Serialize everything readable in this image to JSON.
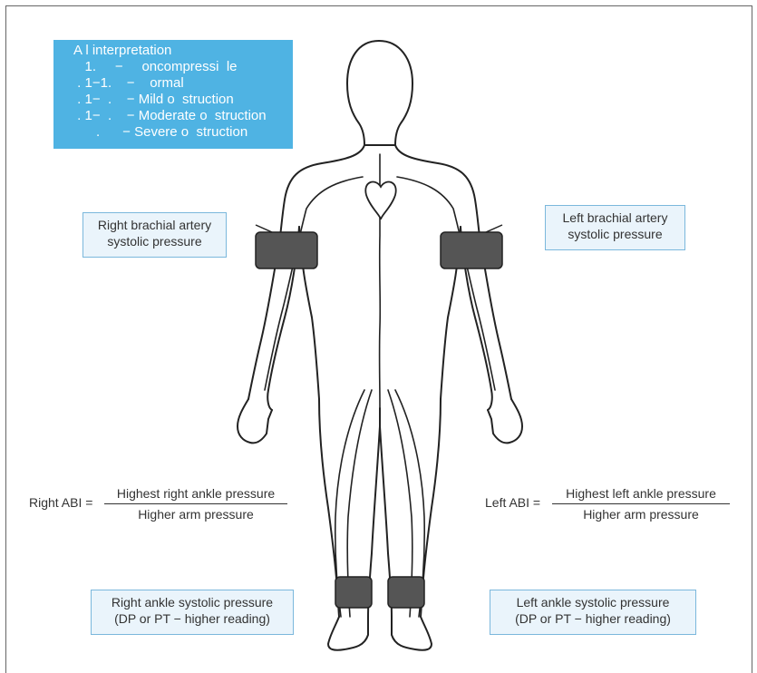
{
  "abi_box": {
    "lines": [
      "A l interpretation",
      "   1.     −     oncompressi  le",
      " . 1−1.    −    ormal",
      " . 1−  .    − Mild o  struction",
      " . 1−  .    − Moderate o  struction",
      "      .      − Severe o  struction"
    ]
  },
  "labels": {
    "right_brachial": [
      "Right brachial artery",
      "systolic pressure"
    ],
    "left_brachial": [
      "Left brachial artery",
      "systolic pressure"
    ],
    "right_ankle": [
      "Right ankle systolic pressure",
      "(DP or PT − higher reading)"
    ],
    "left_ankle": [
      "Left ankle systolic pressure",
      "(DP or PT − higher reading)"
    ]
  },
  "formulas": {
    "right": {
      "lhs": "Right ABI =",
      "numerator": "Highest right ankle pressure",
      "denominator": "Higher arm pressure"
    },
    "left": {
      "lhs": "Left ABI =",
      "numerator": "Highest left ankle pressure",
      "denominator": "Higher arm pressure"
    }
  },
  "colors": {
    "box_blue": "#4fb3e3",
    "label_fill": "#eaf4fb",
    "label_border": "#7bb8dc",
    "cuff": "#555555"
  }
}
